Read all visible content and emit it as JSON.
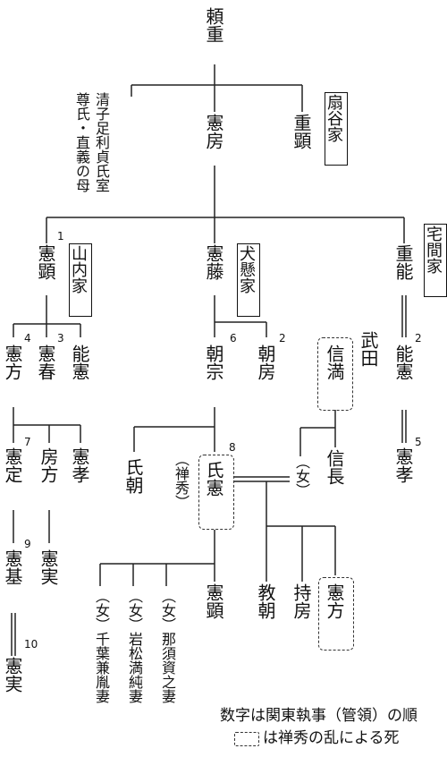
{
  "diagram": {
    "names": {
      "yorishige": "頼重",
      "sister": "尊氏・直義の母",
      "seishi": "清子足利貞氏室",
      "norifusa": "憲房",
      "shigeaki_o": "重顕",
      "ougigayatsu": "扇谷家",
      "norizaki": "憲顕",
      "yamanouchi": "山内家",
      "norifuji": "憲藤",
      "inukake": "犬懸家",
      "shigeyoshi": "重能",
      "takuma": "宅間家",
      "norikata_y": "憲方",
      "noriharu": "憲春",
      "yoshinori": "能憲",
      "tomomune": "朝宗",
      "tomofusa": "朝房",
      "nobumitsu": "信満",
      "takeda": "武田",
      "yoshinori2": "能憲",
      "norisada": "憲定",
      "fusakata": "房方",
      "noritaka": "憲孝",
      "ujitomo": "氏朝",
      "zenshu": "（禅秀）",
      "ujinori": "氏憲",
      "onna1": "（女）",
      "nobunaga": "信長",
      "noritaka2": "憲孝",
      "norimoto": "憲基",
      "norizane": "憲実",
      "wife_chiba": "（女）千葉兼胤妻",
      "wife_iwamatsu": "（女）岩松満純妻",
      "wife_nasu": "（女）那須資之妻",
      "noriaki2": "憲顕",
      "norizane2": "教朝",
      "motofusa": "持房",
      "norikata2": "憲方",
      "norizane3": "憲実"
    },
    "order_numbers": {
      "n1": "1",
      "n2a": "2",
      "n2b": "2",
      "n3": "3",
      "n4": "4",
      "n5": "5",
      "n6": "6",
      "n7": "7",
      "n8": "8",
      "n9": "9",
      "n10": "10"
    },
    "legend": {
      "order_note": "数字は関東執事（管領）の順",
      "death_note": "は禅秀の乱による死"
    }
  }
}
